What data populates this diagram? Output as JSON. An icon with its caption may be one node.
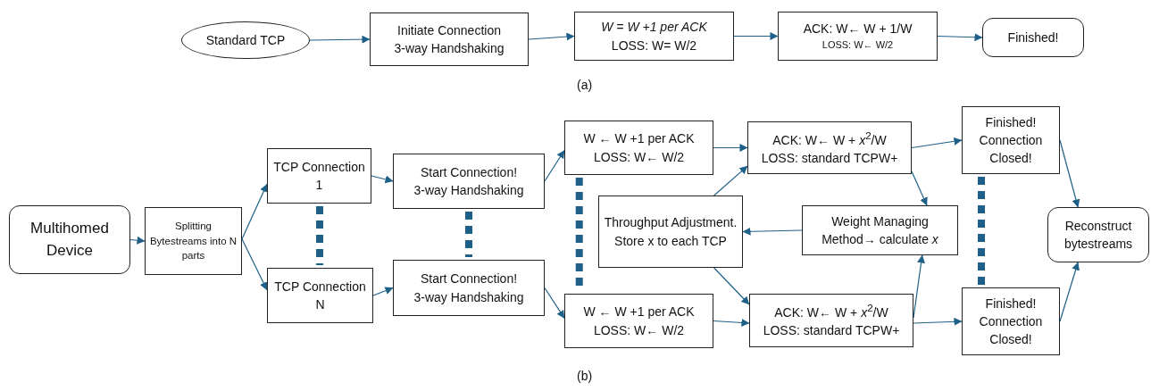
{
  "diagram": {
    "nodes": [
      {
        "text": [
          "Standard TCP"
        ]
      },
      {
        "text": [
          "Initiate Connection",
          "3-way Handshaking"
        ]
      },
      {
        "text": [
          "W = W +1  per ACK",
          "LOSS: W= W/2"
        ]
      },
      {
        "text": [
          "ACK: W← W + 1/W",
          "LOSS: W← W/2"
        ]
      },
      {
        "text": [
          "Finished!"
        ]
      },
      {
        "text": [
          "Multihomed Device"
        ]
      },
      {
        "text": [
          "Splitting Bytestreams into N parts"
        ]
      },
      {
        "text": [
          "TCP Connection 1"
        ]
      },
      {
        "text": [
          "TCP Connection N"
        ]
      },
      {
        "text": [
          "Start Connection!",
          "3-way Handshaking"
        ]
      },
      {
        "text": [
          "Start Connection!",
          "3-way Handshaking"
        ]
      },
      {
        "text": [
          "W ← W +1  per ACK",
          "LOSS: W← W/2"
        ]
      },
      {
        "text": [
          "W ← W +1  per ACK",
          "LOSS: W← W/2"
        ]
      },
      {
        "text": [
          "ACK: W← W + *x*$^{2}$/W",
          "LOSS: standard TCPW+"
        ]
      },
      {
        "text": [
          "Throughput Adjustment.",
          "Store x to each TCP"
        ]
      },
      {
        "text": [
          "Weight Managing Method→ calculate *x*"
        ]
      },
      {
        "text": [
          "ACK: W← W + *x*$^{2}$/W",
          "LOSS: standard TCPW+"
        ]
      },
      {
        "text": [
          "Finished! Connection Closed!"
        ]
      },
      {
        "text": [
          "Finished! Connection Closed!"
        ]
      },
      {
        "text": [
          "Reconstruct bytestreams"
        ]
      }
    ],
    "edges": [
      {
        "from": 0,
        "to": 1,
        "arrow": "to"
      },
      {
        "from": 1,
        "to": 2,
        "arrow": "to"
      },
      {
        "from": 2,
        "to": 3,
        "arrow": "to"
      },
      {
        "from": 3,
        "to": 4,
        "arrow": "to"
      },
      {
        "from": 5,
        "to": 6,
        "arrow": "to"
      },
      {
        "from": 6,
        "to": 7,
        "arrow": "to"
      },
      {
        "from": 6,
        "to": 8,
        "arrow": "to"
      },
      {
        "from": 7,
        "to": 9,
        "arrow": "to"
      },
      {
        "from": 8,
        "to": 10,
        "arrow": "to"
      },
      {
        "from": 9,
        "to": 11,
        "arrow": "to"
      },
      {
        "from": 10,
        "to": 12,
        "arrow": "to"
      },
      {
        "from": 11,
        "to": 13,
        "arrow": "to"
      },
      {
        "from": 12,
        "to": 16,
        "arrow": "to"
      },
      {
        "from": 13,
        "to": 17,
        "arrow": "to"
      },
      {
        "from": 16,
        "to": 18,
        "arrow": "to"
      },
      {
        "from": 13,
        "to": 15,
        "arrow": "to"
      },
      {
        "from": 16,
        "to": 15,
        "arrow": "to"
      },
      {
        "from": 15,
        "to": 14,
        "arrow": "to"
      },
      {
        "from": 14,
        "to": 13,
        "arrow": "to"
      },
      {
        "from": 14,
        "to": 16,
        "arrow": "to"
      },
      {
        "from": 17,
        "to": 19,
        "arrow": "to"
      },
      {
        "from": 18,
        "to": 19,
        "arrow": "to"
      },
      {
        "from": 7,
        "to": 8,
        "arrow": "none",
        "style": "dashed"
      },
      {
        "from": 9,
        "to": 10,
        "arrow": "none",
        "style": "dashed"
      },
      {
        "from": 11,
        "to": 12,
        "arrow": "none",
        "style": "dashed"
      },
      {
        "from": 17,
        "to": 18,
        "arrow": "none",
        "style": "dashed"
      }
    ],
    "labels": [
      "(a)",
      "(b)"
    ]
  }
}
